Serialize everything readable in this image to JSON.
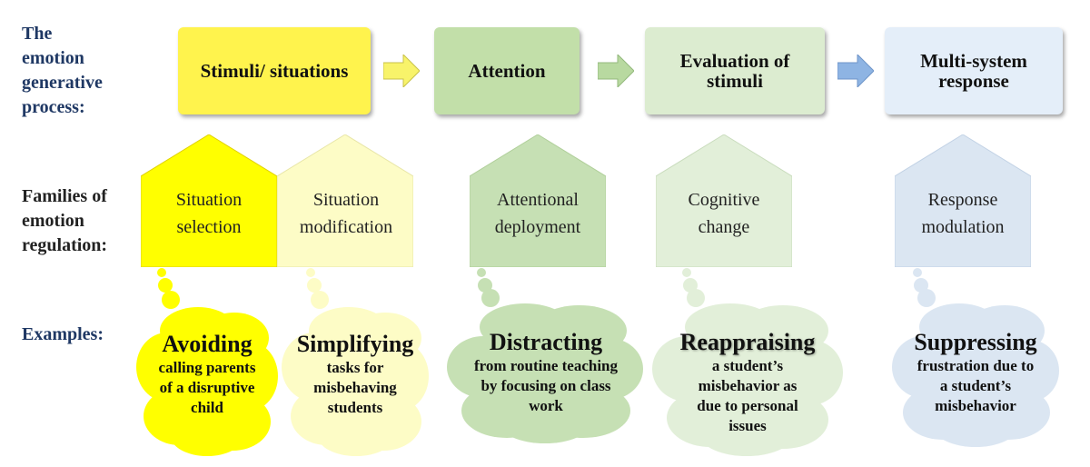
{
  "row_labels": {
    "process": [
      "The",
      "emotion",
      "generative",
      "process:"
    ],
    "families": [
      "Families of",
      "emotion",
      "regulation:"
    ],
    "examples": [
      "Examples:"
    ]
  },
  "process_steps": [
    {
      "label": "Stimuli/ situations",
      "color": "#fff34d"
    },
    {
      "label": "Attention",
      "color": "#c2dfa9"
    },
    {
      "label": "Evaluation of\nstimuli",
      "color": "#dcecd0"
    },
    {
      "label": "Multi-system\nresponse",
      "color": "#e4eef9"
    }
  ],
  "arrows": [
    "#f8f36a",
    "#b8d9a0",
    "#8eb4e3"
  ],
  "regulation_families": [
    {
      "label": "Situation\nselection",
      "color": "#ffff00"
    },
    {
      "label": "Situation\nmodification",
      "color": "#fdfcc6"
    },
    {
      "label": "Attentional\ndeployment",
      "color": "#c6e0b4"
    },
    {
      "label": "Cognitive\nchange",
      "color": "#e2efd9"
    },
    {
      "label": "Response\nmodulation",
      "color": "#dbe6f2"
    }
  ],
  "examples": [
    {
      "head": "Avoiding",
      "body": "calling parents\nof a disruptive\nchild",
      "color": "#ffff00"
    },
    {
      "head": "Simplifying",
      "body": "tasks for\nmisbehaving\nstudents",
      "color": "#fdfcc6"
    },
    {
      "head": "Distracting",
      "body": "from routine teaching\nby focusing on class\nwork",
      "color": "#c6e0b4"
    },
    {
      "head": "Reappraising",
      "body": "a student’s\nmisbehavior as\ndue to personal\nissues",
      "color": "#e2efd9"
    },
    {
      "head": "Suppressing",
      "body": "frustration due to\na student’s\nmisbehavior",
      "color": "#dbe6f2"
    }
  ]
}
